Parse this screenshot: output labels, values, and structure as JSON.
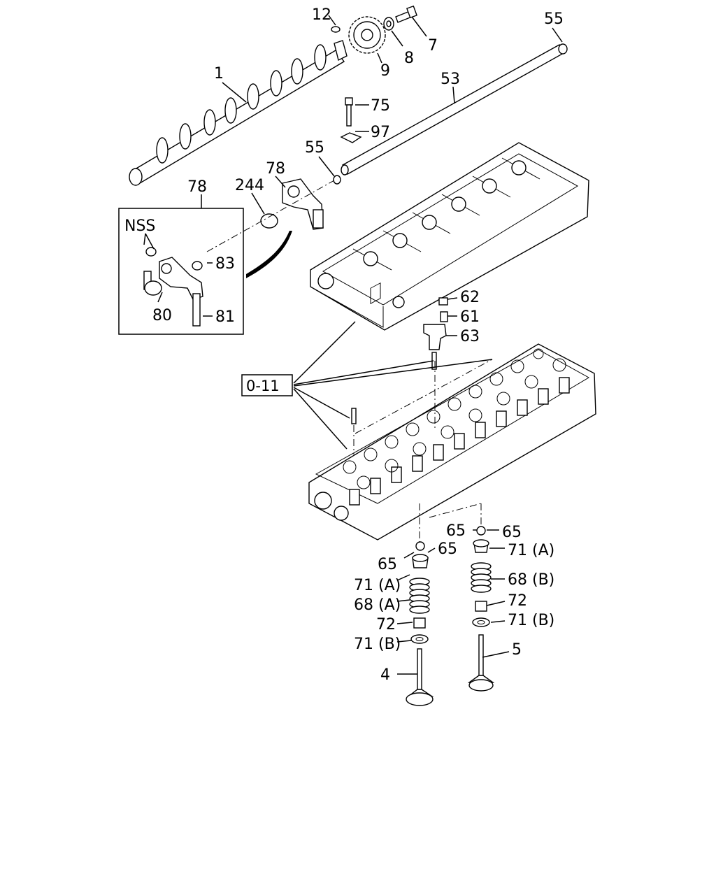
{
  "diagram": {
    "callouts": {
      "c1": "1",
      "c12": "12",
      "c9": "9",
      "c8": "8",
      "c7": "7",
      "c55a": "55",
      "c53": "53",
      "c75": "75",
      "c97": "97",
      "c55b": "55",
      "c78a": "78",
      "c244": "244",
      "c78b": "78",
      "cNSS": "NSS",
      "c83": "83",
      "c80": "80",
      "c81": "81",
      "c62": "62",
      "c61": "61",
      "c63": "63",
      "c011": "0-11",
      "c65a": "65",
      "c65b": "65",
      "c71A_r": "71 (A)",
      "c65c": "65",
      "c65d": "65",
      "c71A_l": "71 (A)",
      "c68B": "68 (B)",
      "c68A": "68 (A)",
      "c72r": "72",
      "c72l": "72",
      "c71B_r": "71 (B)",
      "c71B_l": "71 (B)",
      "c5": "5",
      "c4": "4"
    }
  }
}
